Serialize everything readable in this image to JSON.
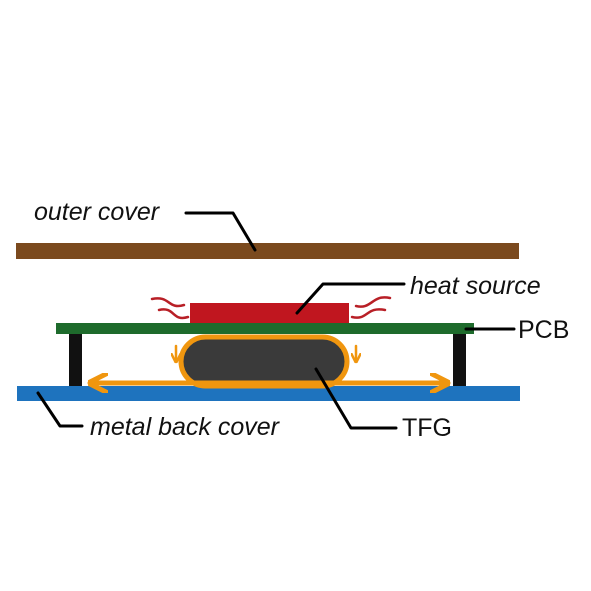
{
  "labels": {
    "outer_cover": "outer cover",
    "heat_source": "heat source",
    "pcb": "PCB",
    "metal_back_cover": "metal back cover",
    "tfg": "TFG"
  },
  "colors": {
    "outer_cover": "#7b4a1e",
    "pcb": "#1e6b2c",
    "heat_source": "#c0161f",
    "heat_waves": "#b81f26",
    "metal_back_cover": "#1e73be",
    "standoff": "#111111",
    "tfg_body": "#3a3a3a",
    "heat_flow": "#f0960f",
    "leader_line": "#000000"
  }
}
